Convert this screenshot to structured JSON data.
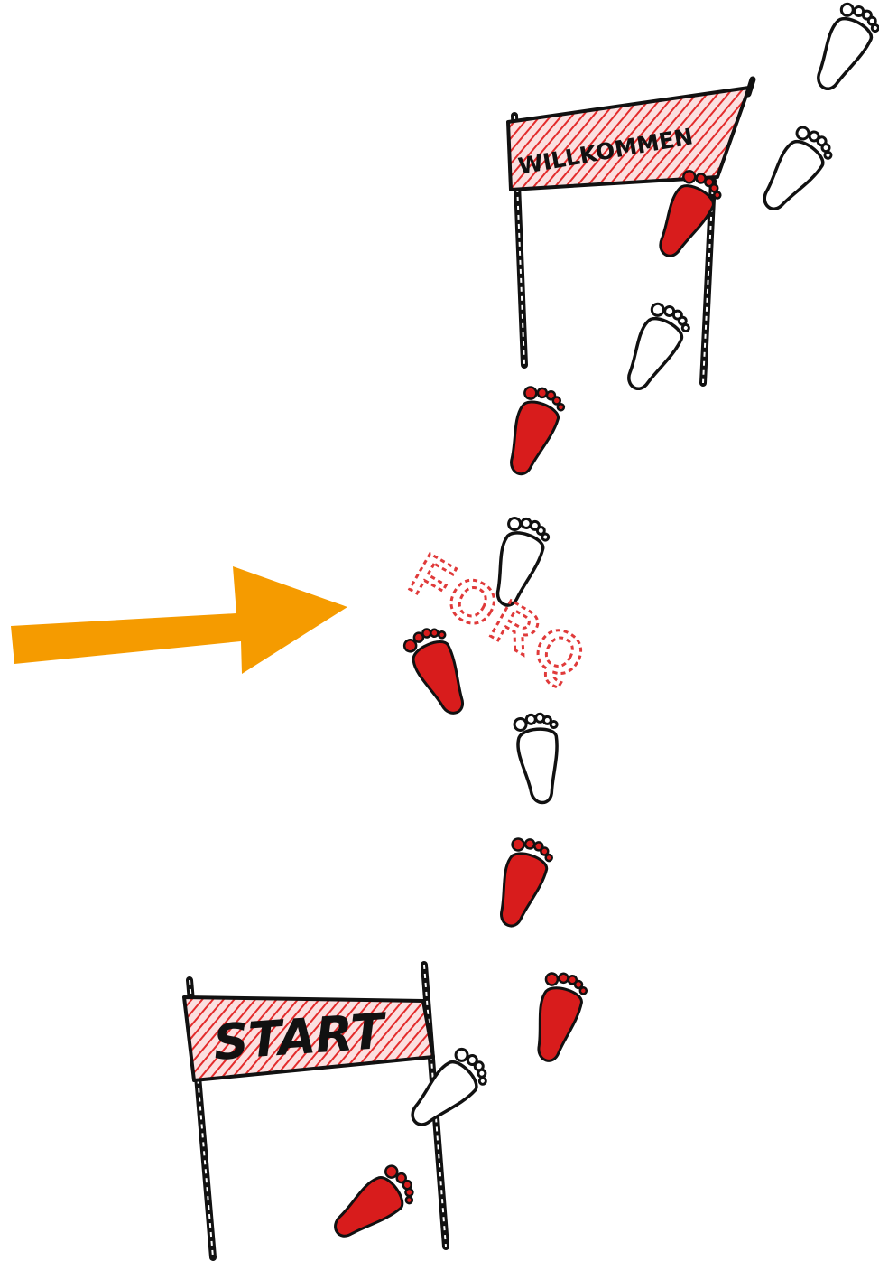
{
  "banners": {
    "finish_label": "WILLKOMMEN",
    "start_label": "START"
  },
  "annotation": {
    "label": "FORQ"
  },
  "colors": {
    "foot_red": "#d81c1c",
    "banner_red": "#e32b2b",
    "banner_bg": "#fbe0e0",
    "outline": "#111111",
    "arrow": "#f59b00",
    "dashed_text": "#e03a3a"
  },
  "icons": {
    "arrow": "arrow-right-icon",
    "footprint": "footprint-icon",
    "pole": "banner-pole"
  }
}
